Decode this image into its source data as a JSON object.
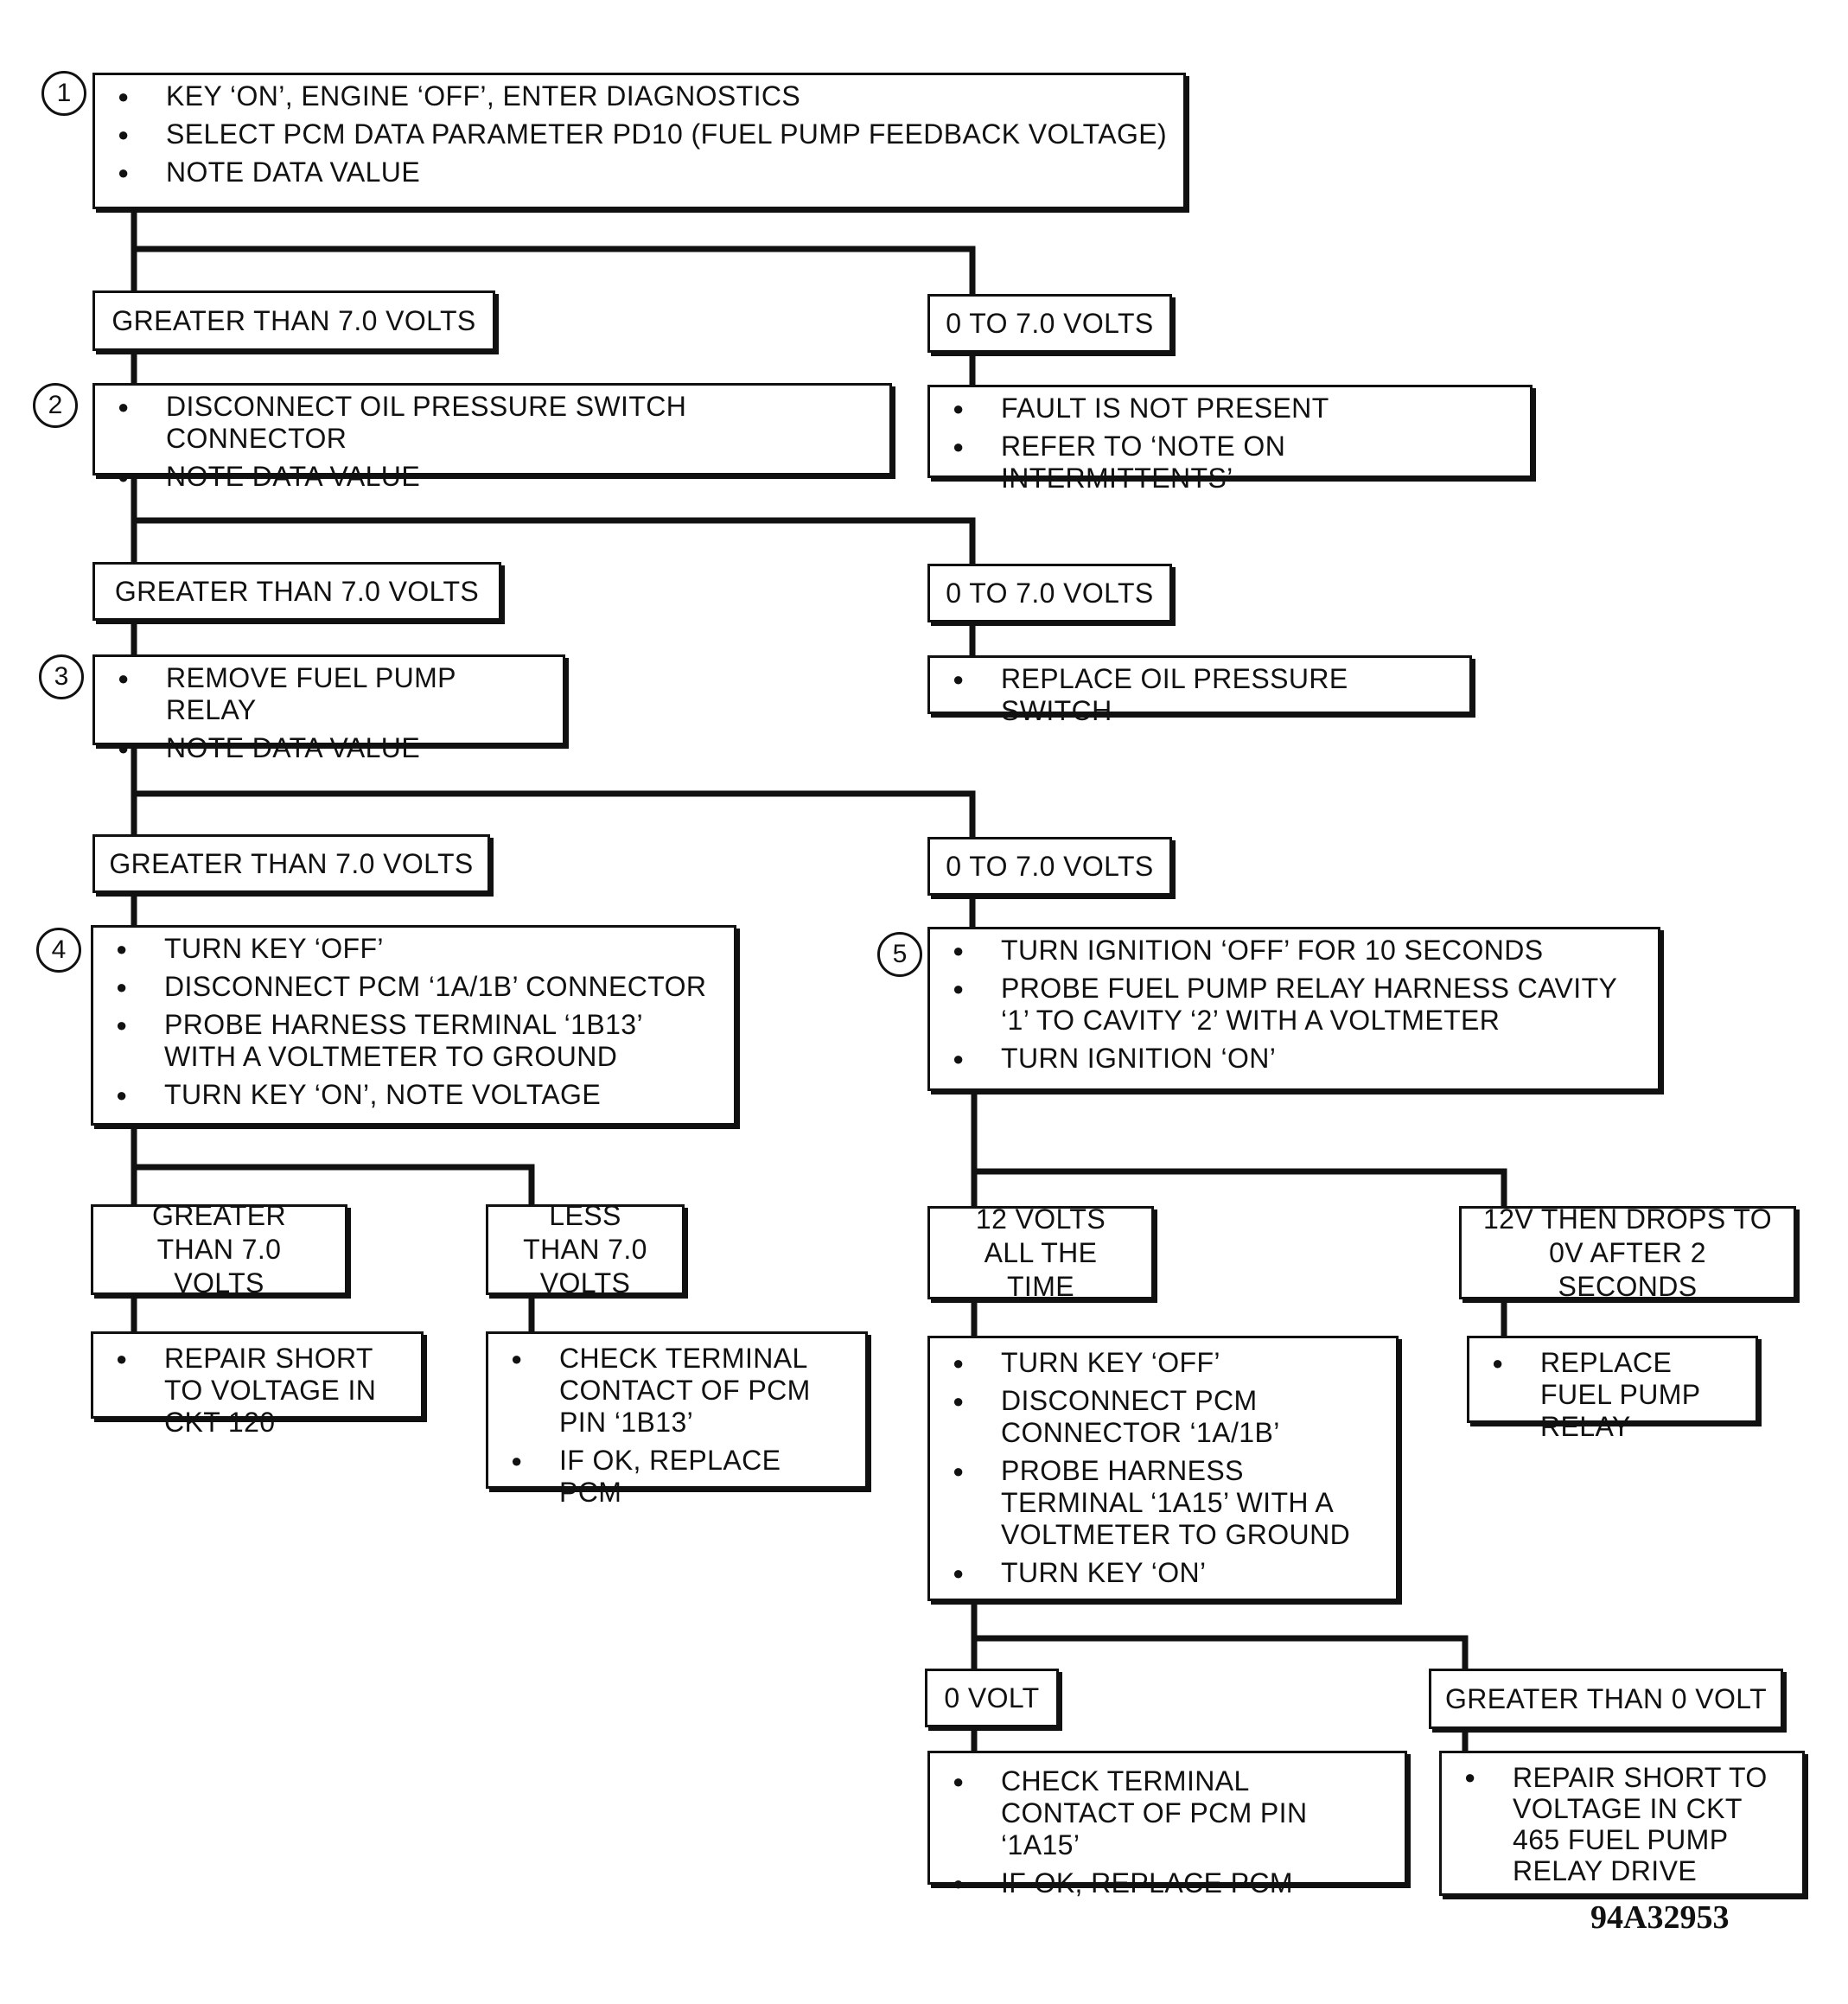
{
  "step1": {
    "number": "1",
    "items": [
      "KEY ‘ON’, ENGINE ‘OFF’, ENTER DIAGNOSTICS",
      "SELECT PCM DATA PARAMETER PD10 (FUEL PUMP FEEDBACK VOLTAGE)",
      "NOTE DATA VALUE"
    ]
  },
  "r1": {
    "yes": "GREATER THAN 7.0 VOLTS",
    "no": "0 TO 7.0 VOLTS"
  },
  "result1": {
    "items": [
      "FAULT IS NOT PRESENT",
      "REFER TO ‘NOTE ON INTERMITTENTS’"
    ]
  },
  "step2": {
    "number": "2",
    "items": [
      "DISCONNECT OIL PRESSURE SWITCH CONNECTOR",
      "NOTE DATA VALUE"
    ]
  },
  "r2": {
    "yes": "GREATER THAN 7.0 VOLTS",
    "no": "0 TO 7.0 VOLTS"
  },
  "result2": {
    "items": [
      "REPLACE OIL PRESSURE SWITCH"
    ]
  },
  "step3": {
    "number": "3",
    "items": [
      "REMOVE FUEL PUMP RELAY",
      "NOTE DATA VALUE"
    ]
  },
  "r3": {
    "yes": "GREATER THAN 7.0 VOLTS",
    "no": "0 TO 7.0 VOLTS"
  },
  "step4": {
    "number": "4",
    "items": [
      "TURN KEY ‘OFF’",
      "DISCONNECT PCM ‘1A/1B’ CONNECTOR",
      "PROBE HARNESS TERMINAL ‘1B13’ WITH A VOLTMETER TO GROUND",
      "TURN KEY ‘ON’, NOTE VOLTAGE"
    ]
  },
  "r4": {
    "gt": "GREATER THAN 7.0 VOLTS",
    "lt": "LESS THAN 7.0 VOLTS"
  },
  "result4a": {
    "items": [
      "REPAIR SHORT TO VOLTAGE IN CKT 120"
    ]
  },
  "result4b": {
    "items": [
      "CHECK TERMINAL CONTACT OF PCM PIN ‘1B13’",
      "IF OK, REPLACE PCM"
    ]
  },
  "step5": {
    "number": "5",
    "items": [
      "TURN IGNITION ‘OFF’ FOR 10 SECONDS",
      "PROBE FUEL PUMP RELAY HARNESS CAVITY ‘1’ TO CAVITY ‘2’ WITH A VOLTMETER",
      "TURN IGNITION ‘ON’"
    ]
  },
  "r5": {
    "a": "12 VOLTS ALL THE TIME",
    "b": "12V THEN DROPS TO 0V AFTER 2 SECONDS"
  },
  "result5b": {
    "items": [
      "REPLACE FUEL PUMP RELAY"
    ]
  },
  "step6": {
    "items": [
      "TURN KEY ‘OFF’",
      "DISCONNECT PCM CONNECTOR ‘1A/1B’",
      "PROBE HARNESS TERMINAL ‘1A15’ WITH A VOLTMETER TO GROUND",
      "TURN KEY ‘ON’"
    ]
  },
  "r6": {
    "a": "0 VOLT",
    "b": "GREATER THAN 0 VOLT"
  },
  "result6a": {
    "items": [
      "CHECK TERMINAL CONTACT OF PCM PIN ‘1A15’",
      "IF OK, REPLACE PCM"
    ]
  },
  "result6b": {
    "items": [
      "REPAIR SHORT TO VOLTAGE IN CKT 465 FUEL PUMP RELAY DRIVE"
    ]
  },
  "figure_id": "94A32953"
}
